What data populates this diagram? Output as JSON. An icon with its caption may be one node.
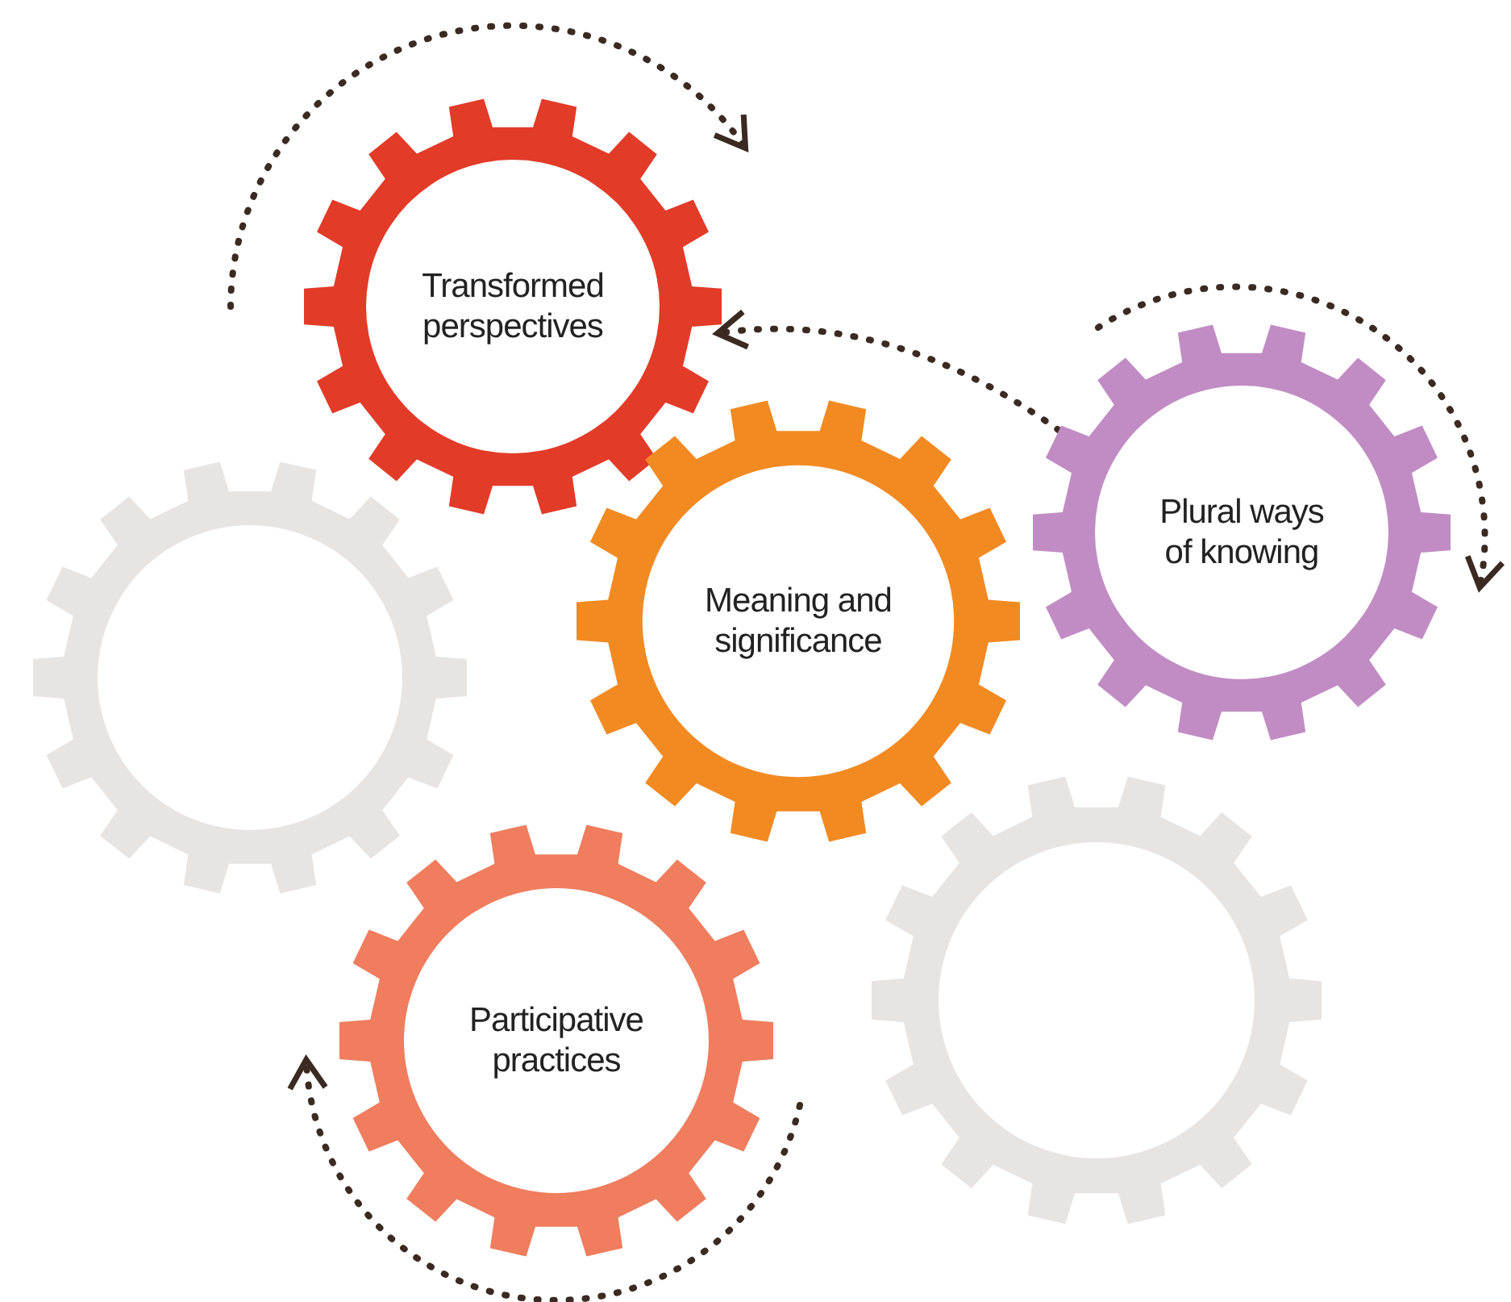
{
  "diagram": {
    "nodes": [
      {
        "text": [
          "Transformed perspectives"
        ]
      },
      {
        "text": [
          "Plural ways of knowing"
        ]
      },
      {
        "text": [],
        "shape": "gear"
      },
      {
        "text": [
          "Meaning and significance"
        ]
      },
      {
        "text": [
          "Participative practices"
        ]
      },
      {
        "text": [],
        "shape": "gear"
      }
    ],
    "edges": [
      {
        "from": 1,
        "to": 0,
        "arrow": "to",
        "style": "dashed"
      }
    ]
  }
}
